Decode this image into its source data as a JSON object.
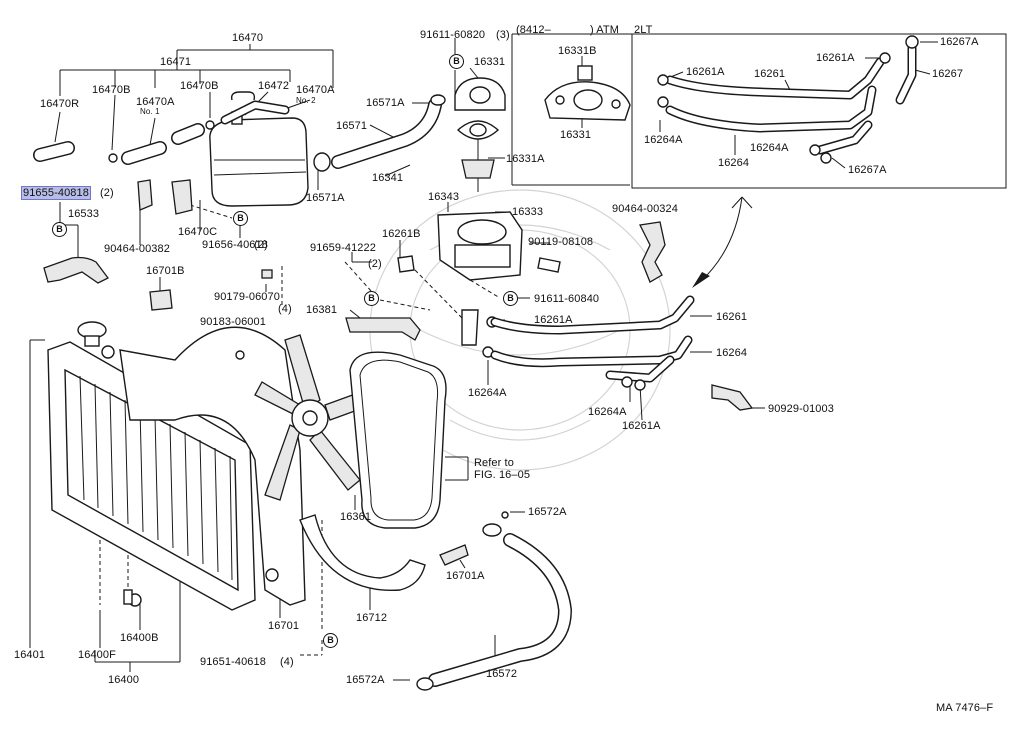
{
  "diagram": {
    "selected_part": "91655-40818",
    "labels": {
      "p16470": "16470",
      "p16471": "16471",
      "p16470R": "16470R",
      "p16470B_a": "16470B",
      "p16470A": "16470A",
      "p16470A_note": "No. 1",
      "p16470B_b": "16470B",
      "p16472": "16472",
      "p16470A_b": "16470A",
      "p16470A_b_note": "No. 2",
      "p91655": "91655-40818",
      "p91655_qty": "(2)",
      "p16533": "16533",
      "p90464_00382": "90464-00382",
      "p16470C": "16470C",
      "p91656": "91656-40618",
      "p91656_qty": "(2)",
      "p16701B": "16701B",
      "p90179": "90179-06070",
      "p90179_qty": "(4)",
      "p90183": "90183-06001",
      "p91611_60820": "91611-60820",
      "p91611_60820_qty": "(3)",
      "p16331": "16331",
      "p16571A_a": "16571A",
      "p16571": "16571",
      "p16571A_b": "16571A",
      "p16341": "16341",
      "p16331A": "16331A",
      "p16343": "16343",
      "p16333": "16333",
      "p16261B": "16261B",
      "p16261B_qty": "(2)",
      "p91659": "91659-41222",
      "p90119": "90119-08108",
      "p91611_60840": "91611-60840",
      "p16381": "16381",
      "p16261A_a": "16261A",
      "p16264A_a": "16264A",
      "p90464_00324": "90464-00324",
      "p16261_a": "16261",
      "p16264_a": "16264",
      "p90929": "90929-01003",
      "p16264A_b": "16264A",
      "p16261A_b": "16261A",
      "refer_to": "Refer to",
      "refer_fig": "FIG. 16–05",
      "p16361": "16361",
      "p16572A_a": "16572A",
      "p16701A": "16701A",
      "p16712": "16712",
      "p16701": "16701",
      "p91651": "91651-40618",
      "p91651_qty": "(4)",
      "p16572A_b": "16572A",
      "p16572": "16572",
      "p16401": "16401",
      "p16400F": "16400F",
      "p16400B": "16400B",
      "p16400": "16400",
      "inset_header_a": "(8412–",
      "inset_header_b": ") ATM",
      "inset_header_c": "2LT",
      "p16331B": "16331B",
      "p16331_inset": "16331",
      "p16261A_i1": "16261A",
      "p16261_i": "16261",
      "p16261A_i2": "16261A",
      "p16267A_i1": "16267A",
      "p16267_i": "16267",
      "p16264A_i1": "16264A",
      "p16264_i": "16264",
      "p16264A_i2": "16264A",
      "p16267A_i2": "16267A",
      "footer_code": "MA 7476–F"
    },
    "bolt_marks": [
      "B",
      "B",
      "B",
      "B",
      "B",
      "B"
    ]
  }
}
